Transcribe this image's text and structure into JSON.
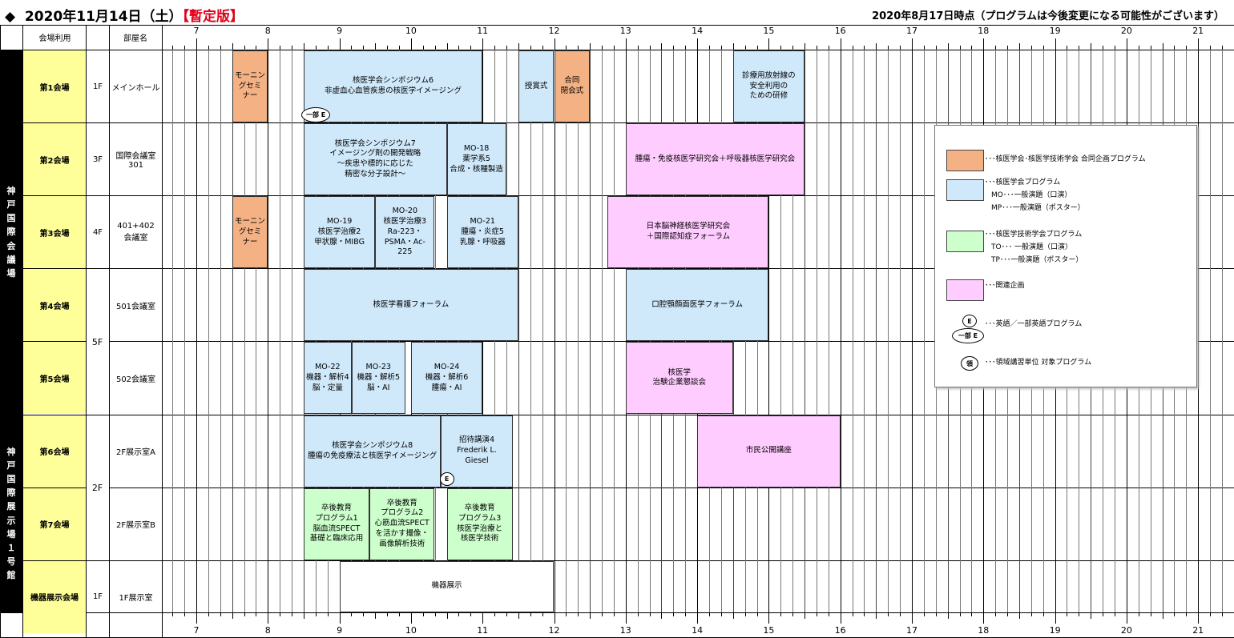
{
  "header": {
    "diamond": "◆",
    "date": "2020年11月14日（土）",
    "draft": "【暫定版】",
    "status": "2020年8月17日時点（プログラムは今後変更になる可能性がございます）"
  },
  "columns": {
    "venue_use": "会場利用",
    "room_name": "部屋名"
  },
  "hours": [
    "7",
    "8",
    "9",
    "10",
    "11",
    "12",
    "13",
    "14",
    "15",
    "16",
    "17",
    "18",
    "19",
    "20",
    "21"
  ],
  "venues": {
    "kic": "神戸国際会議場",
    "kex": "神戸国際展示場１号館"
  },
  "halls": [
    {
      "hall": "第1会場",
      "floor": "1F",
      "room": "メインホール"
    },
    {
      "hall": "第2会場",
      "floor": "3F",
      "room": "国際会議室\n301"
    },
    {
      "hall": "第3会場",
      "floor": "4F",
      "room": "401+402\n会議室"
    },
    {
      "hall": "第4会場",
      "floor": "",
      "room": "501会議室"
    },
    {
      "hall": "第5会場",
      "floor": "",
      "room": "502会議室"
    },
    {
      "hall": "第6会場",
      "floor": "",
      "room": "2F展示室A"
    },
    {
      "hall": "第7会場",
      "floor": "",
      "room": "2F展示室B"
    },
    {
      "hall": "機器展示会場",
      "floor": "1F",
      "room": "1F展示室"
    }
  ],
  "merged_floors": {
    "f5": "5F",
    "f2": "2F"
  },
  "events": [
    {
      "row": 0,
      "start": 7.5,
      "end": 8.0,
      "cat": "joint",
      "label": "モーニン\nグセミ\nナー"
    },
    {
      "row": 0,
      "start": 8.5,
      "end": 11.0,
      "cat": "nm",
      "label": "核医学会シンポジウム6\n非虚血心血管疾患の核医学イメージング"
    },
    {
      "row": 0,
      "start": 11.5,
      "end": 12.0,
      "cat": "nm",
      "label": "授賞式"
    },
    {
      "row": 0,
      "start": 12.0,
      "end": 12.5,
      "cat": "joint",
      "label": "合同\n閉会式"
    },
    {
      "row": 0,
      "start": 14.5,
      "end": 15.5,
      "cat": "nm",
      "label": "診療用放射線の\n安全利用の\nための研修"
    },
    {
      "row": 1,
      "start": 8.5,
      "end": 10.5,
      "cat": "nm",
      "label": "核医学会シンポジウム7\nイメージング剤の開発戦略\n～疾患や標的に応じた\n精密な分子設計～"
    },
    {
      "row": 1,
      "start": 10.5,
      "end": 11.33,
      "cat": "nm",
      "label": "MO-18\n薬学系5\n合成・核種製造"
    },
    {
      "row": 1,
      "start": 13.0,
      "end": 15.5,
      "cat": "rel",
      "label": "腫瘍・免疫核医学研究会＋呼吸器核医学研究会"
    },
    {
      "row": 2,
      "start": 7.5,
      "end": 8.0,
      "cat": "joint",
      "label": "モーニン\nグセミ\nナー"
    },
    {
      "row": 2,
      "start": 8.5,
      "end": 9.5,
      "cat": "nm",
      "label": "MO-19\n核医学治療2\n甲状腺・MIBG"
    },
    {
      "row": 2,
      "start": 9.5,
      "end": 10.33,
      "cat": "nm",
      "label": "MO-20\n核医学治療3\nRa-223・\nPSMA・Ac-\n225"
    },
    {
      "row": 2,
      "start": 10.5,
      "end": 11.5,
      "cat": "nm",
      "label": "MO-21\n腫瘍・炎症5\n乳腺・呼吸器"
    },
    {
      "row": 2,
      "start": 12.75,
      "end": 15.0,
      "cat": "rel",
      "label": "日本脳神経核医学研究会\n＋国際認知症フォーラム"
    },
    {
      "row": 3,
      "start": 8.5,
      "end": 11.5,
      "cat": "nm",
      "label": "核医学看護フォーラム"
    },
    {
      "row": 3,
      "start": 13.0,
      "end": 15.0,
      "cat": "nm",
      "label": "口腔顎顔面医学フォーラム"
    },
    {
      "row": 4,
      "start": 8.5,
      "end": 9.17,
      "cat": "nm",
      "label": "MO-22\n機器・解析4\n脳・定量"
    },
    {
      "row": 4,
      "start": 9.17,
      "end": 9.92,
      "cat": "nm",
      "label": "MO-23\n機器・解析5\n脳・AI"
    },
    {
      "row": 4,
      "start": 10.0,
      "end": 11.0,
      "cat": "nm",
      "label": "MO-24\n機器・解析6\n腫瘍・AI"
    },
    {
      "row": 4,
      "start": 13.0,
      "end": 14.5,
      "cat": "rel",
      "label": "核医学\n治験企業懇談会"
    },
    {
      "row": 5,
      "start": 8.5,
      "end": 10.42,
      "cat": "nm",
      "label": "核医学会シンポジウム8\n腫瘍の免疫療法と核医学イメージング"
    },
    {
      "row": 5,
      "start": 10.42,
      "end": 11.42,
      "cat": "nm",
      "label": "招待講演4\nFrederik L.\nGiesel"
    },
    {
      "row": 5,
      "start": 14.0,
      "end": 16.0,
      "cat": "rel",
      "label": "市民公開講座"
    },
    {
      "row": 6,
      "start": 8.5,
      "end": 9.42,
      "cat": "tech",
      "label": "卒後教育\nプログラム1\n脳血流SPECT\n基礎と臨床応用"
    },
    {
      "row": 6,
      "start": 9.42,
      "end": 10.33,
      "cat": "tech",
      "label": "卒後教育\nプログラム2\n心筋血流SPECT\nを活かす撮像・\n画像解析技術"
    },
    {
      "row": 6,
      "start": 10.5,
      "end": 11.42,
      "cat": "tech",
      "label": "卒後教育\nプログラム3\n核医学治療と\n核医学技術"
    },
    {
      "row": 7,
      "start": 9.0,
      "end": 12.0,
      "cat": "exh",
      "label": "機器展示"
    }
  ],
  "badges": [
    {
      "row": 0,
      "hour": 8.67,
      "text": "一部 E"
    },
    {
      "row": 5,
      "hour": 10.5,
      "text": "E"
    }
  ],
  "legend": {
    "items": [
      {
        "color": "#f4b183",
        "text": "･･･核医学会･核医学技術学会 合同企画プログラム"
      },
      {
        "color": "#cfe8fa",
        "text": "･･･核医学会プログラム",
        "sub": [
          "MO･･･一般演題（口演）",
          "MP･･･一般演題（ポスター）"
        ]
      },
      {
        "color": "#ccffcc",
        "text": "･･･核医学技術学会プログラム",
        "sub": [
          "TO･･･ 一般演題（口演）",
          "TP･･･一般演題（ポスター）"
        ]
      },
      {
        "color": "#ffccff",
        "text": "･･･関連企画"
      }
    ],
    "english": "･･･英語／一部英語プログラム",
    "english_badge_1": "E",
    "english_badge_2": "一部 E",
    "credit": "･･･領域講習単位 対象プログラム",
    "credit_badge": "領"
  }
}
